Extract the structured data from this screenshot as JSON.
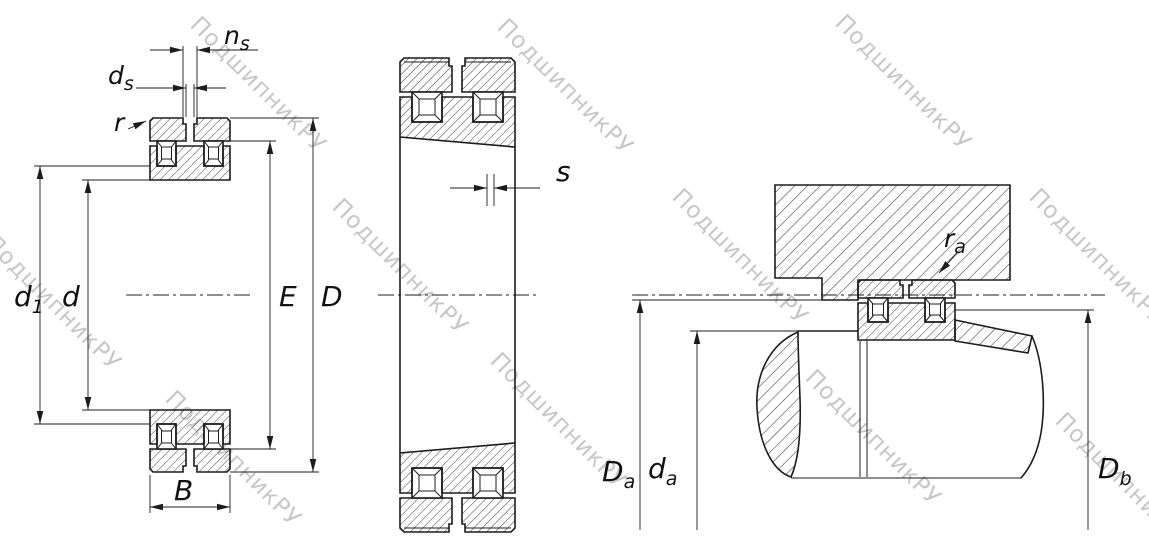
{
  "watermark": {
    "text": "ПодшипникРУ",
    "color": "#9a9a9a"
  },
  "drawing": {
    "line_color": "#1c1c1c",
    "background": "#ffffff"
  },
  "labels": {
    "ns": {
      "main": "n",
      "sub": "s"
    },
    "ds": {
      "main": "d",
      "sub": "s"
    },
    "r": {
      "main": "r",
      "sub": ""
    },
    "d1": {
      "main": "d",
      "sub": "1"
    },
    "d": {
      "main": "d",
      "sub": ""
    },
    "E": {
      "main": "E",
      "sub": ""
    },
    "D": {
      "main": "D",
      "sub": ""
    },
    "B": {
      "main": "B",
      "sub": ""
    },
    "s": {
      "main": "s",
      "sub": ""
    },
    "ra": {
      "main": "r",
      "sub": "a"
    },
    "Da": {
      "main": "D",
      "sub": "a"
    },
    "da": {
      "main": "d",
      "sub": "a"
    },
    "Db": {
      "main": "D",
      "sub": "b"
    }
  }
}
